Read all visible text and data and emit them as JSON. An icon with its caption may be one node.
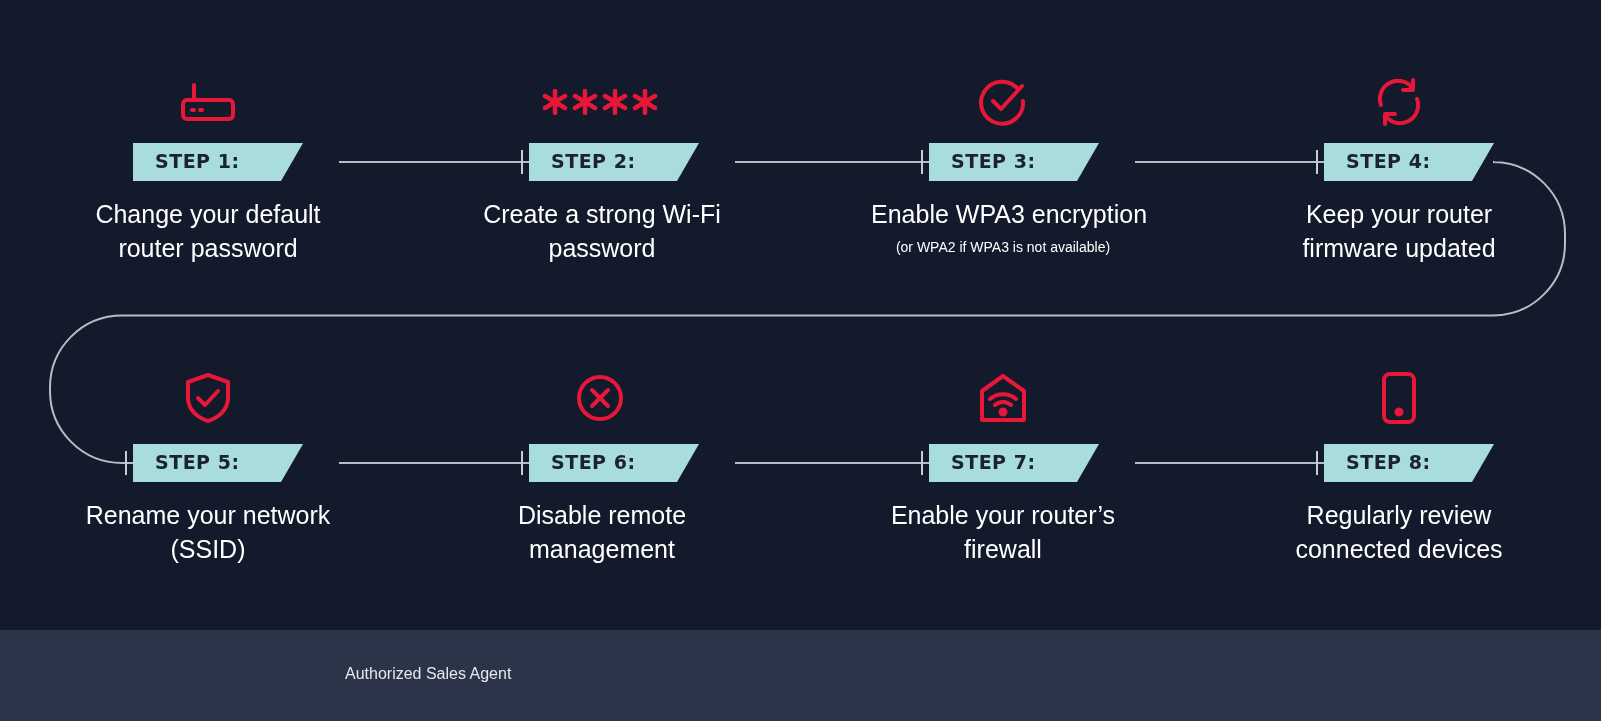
{
  "diagram": {
    "nodes": [
      {
        "text": [
          "STEP 1:"
        ],
        "beside": [
          "Change your default router password"
        ]
      },
      {
        "text": [
          "STEP 2:"
        ],
        "beside": [
          "Create a strong Wi-Fi password"
        ]
      },
      {
        "text": [
          "STEP 3:"
        ],
        "beside": [
          "Enable WPA3 encryption",
          "(or WPA2 if WPA3 is not available)"
        ]
      },
      {
        "text": [
          "STEP 4:"
        ],
        "beside": [
          "Keep your router firmware updated"
        ]
      },
      {
        "text": [
          "STEP 5:"
        ],
        "beside": [
          "Rename your network (SSID)"
        ]
      },
      {
        "text": [
          "STEP 6:"
        ],
        "beside": [
          "Disable remote management"
        ]
      },
      {
        "text": [
          "STEP 7:"
        ],
        "beside": [
          "Enable your router’s firewall"
        ]
      },
      {
        "text": [
          "STEP 8:"
        ],
        "beside": [
          "Regularly review connected devices"
        ]
      }
    ],
    "edges": [
      {
        "from": 0,
        "to": 1,
        "arrow": "other"
      },
      {
        "from": 1,
        "to": 2,
        "arrow": "other"
      },
      {
        "from": 2,
        "to": 3,
        "arrow": "other"
      },
      {
        "from": 3,
        "to": 4,
        "arrow": "other"
      },
      {
        "from": 4,
        "to": 5,
        "arrow": "other"
      },
      {
        "from": 5,
        "to": 6,
        "arrow": "other"
      },
      {
        "from": 6,
        "to": 7,
        "arrow": "other"
      }
    ],
    "labels": [
      "Authorized Sales Agent"
    ]
  }
}
